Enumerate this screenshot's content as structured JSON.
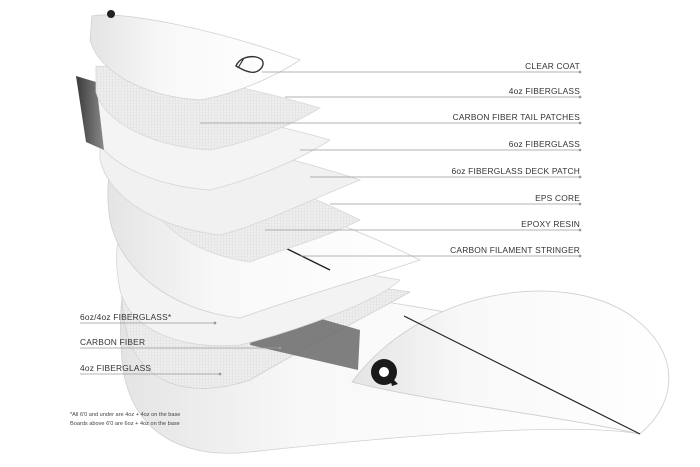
{
  "layers_right": [
    {
      "label": "CLEAR COAT"
    },
    {
      "label": "4oz FIBERGLASS"
    },
    {
      "label": "CARBON FIBER TAIL PATCHES"
    },
    {
      "label": "6oz FIBERGLASS"
    },
    {
      "label": "6oz FIBERGLASS DECK PATCH"
    },
    {
      "label": "EPS CORE"
    },
    {
      "label": "EPOXY RESIN"
    },
    {
      "label": "CARBON FILAMENT STRINGER"
    }
  ],
  "layers_left": [
    {
      "label": "6oz/4oz FIBERGLASS*"
    },
    {
      "label": "CARBON FIBER"
    },
    {
      "label": "4oz FIBERGLASS"
    }
  ],
  "footnote": {
    "line1": "*All 6'0 and under are 4oz + 4oz on the base",
    "line2": "Boards above 6'0 are 6oz + 4oz on the base"
  },
  "colors": {
    "leader_line": "#9a9a9a",
    "board_white": "#f7f7f7",
    "layer_grey": "#ededed",
    "carbon_dark": "#555555",
    "stringer": "#222222"
  },
  "icons": {
    "logo": "torq-logo-icon",
    "nose_logo": "torq-logo-icon"
  }
}
